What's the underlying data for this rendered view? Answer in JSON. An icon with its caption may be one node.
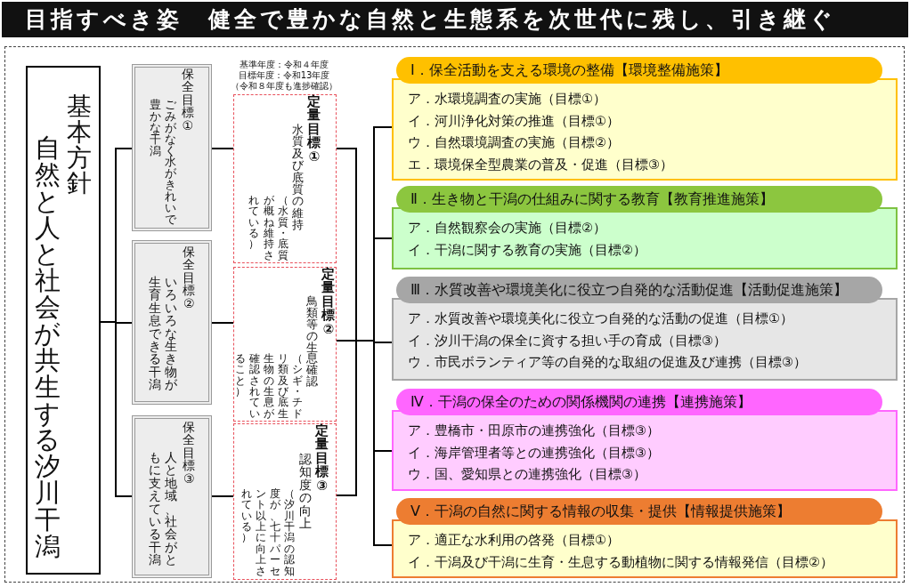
{
  "diagram": {
    "title": "目指すべき姿　健全で豊かな自然と生態系を次世代に残し、引き継ぐ",
    "nodes": [
      {
        "text": [
          "基本方針",
          "自然と人と社会が共生する汐川干潟"
        ]
      },
      {
        "text": [
          "保全目標①",
          "ごみがなく水がきれいで豊かな干潟"
        ]
      },
      {
        "text": [
          "保全目標②",
          "いろいろな生き物が生育生息できる干潟"
        ]
      },
      {
        "text": [
          "保全目標③",
          "人と地域、社会がともに支えている干潟"
        ]
      },
      {
        "text": [
          "定量目標①",
          "水質及び底質の維持",
          "（水質・底質が概ね維持されている）"
        ]
      },
      {
        "text": [
          "定量目標②",
          "鳥類等の生息確認",
          "（シギ・チドリ類及び底生生物の生息が確認されていること）"
        ]
      },
      {
        "text": [
          "定量目標③",
          "認知度の向上",
          "（汐川干潟の認知度が、七十パーセント以上に向上されている）"
        ]
      },
      {
        "text": [
          "Ⅰ．保全活動を支える環境の整備【環境整備施策】",
          "ア．水環境調査の実施（目標①）",
          "イ．河川浄化対策の推進（目標①）",
          "ウ．自然環境調査の実施（目標②）",
          "エ．環境保全型農業の普及・促進（目標③）"
        ]
      },
      {
        "text": [
          "Ⅱ．生き物と干潟の仕組みに関する教育【教育推進施策】",
          "ア．自然観察会の実施（目標②）",
          "イ．干潟に関する教育の実施（目標②）"
        ]
      },
      {
        "text": [
          "Ⅲ．水質改善や環境美化に役立つ自発的な活動促進【活動促進施策】",
          "ア．水質改善や環境美化に役立つ自発的な活動の促進（目標①）",
          "イ．汐川干潟の保全に資する担い手の育成（目標③）",
          "ウ．市民ボランティア等の自発的な取組の促進及び連携（目標③）"
        ]
      },
      {
        "text": [
          "Ⅳ．干潟の保全のための関係機関の連携【連携施策】",
          "ア．豊橋市・田原市の連携強化（目標③）",
          "イ．海岸管理者等との連携強化（目標③）",
          "ウ．国、愛知県との連携強化（目標③）"
        ]
      },
      {
        "text": [
          "Ⅴ．干潟の自然に関する情報の収集・提供【情報提供施策】",
          "ア．適正な水利用の啓発（目標①）",
          "イ．干潟及び干潟に生育・生息する動植物に関する情報発信（目標②）"
        ]
      }
    ],
    "edges": [
      {
        "from": 0,
        "to": 1,
        "arrow": "none"
      },
      {
        "from": 0,
        "to": 2,
        "arrow": "none"
      },
      {
        "from": 0,
        "to": 3,
        "arrow": "none"
      },
      {
        "from": 1,
        "to": 4,
        "arrow": "none"
      },
      {
        "from": 2,
        "to": 5,
        "arrow": "none"
      },
      {
        "from": 3,
        "to": 6,
        "arrow": "none"
      },
      {
        "from": 4,
        "to": 7,
        "arrow": "none"
      },
      {
        "from": 4,
        "to": 8,
        "arrow": "none"
      },
      {
        "from": 4,
        "to": 9,
        "arrow": "none"
      },
      {
        "from": 4,
        "to": 10,
        "arrow": "none"
      },
      {
        "from": 4,
        "to": 11,
        "arrow": "none"
      },
      {
        "from": 5,
        "to": 7,
        "arrow": "none"
      },
      {
        "from": 5,
        "to": 8,
        "arrow": "none"
      },
      {
        "from": 5,
        "to": 9,
        "arrow": "none"
      },
      {
        "from": 5,
        "to": 10,
        "arrow": "none"
      },
      {
        "from": 5,
        "to": 11,
        "arrow": "none"
      },
      {
        "from": 6,
        "to": 7,
        "arrow": "none"
      },
      {
        "from": 6,
        "to": 8,
        "arrow": "none"
      },
      {
        "from": 6,
        "to": 9,
        "arrow": "none"
      },
      {
        "from": 6,
        "to": 10,
        "arrow": "none"
      },
      {
        "from": 6,
        "to": 11,
        "arrow": "none"
      }
    ],
    "labels": [
      "基準年度：令和４年度",
      "目標年度：令和13年度",
      "（令和８年度も進捗確認）"
    ]
  }
}
